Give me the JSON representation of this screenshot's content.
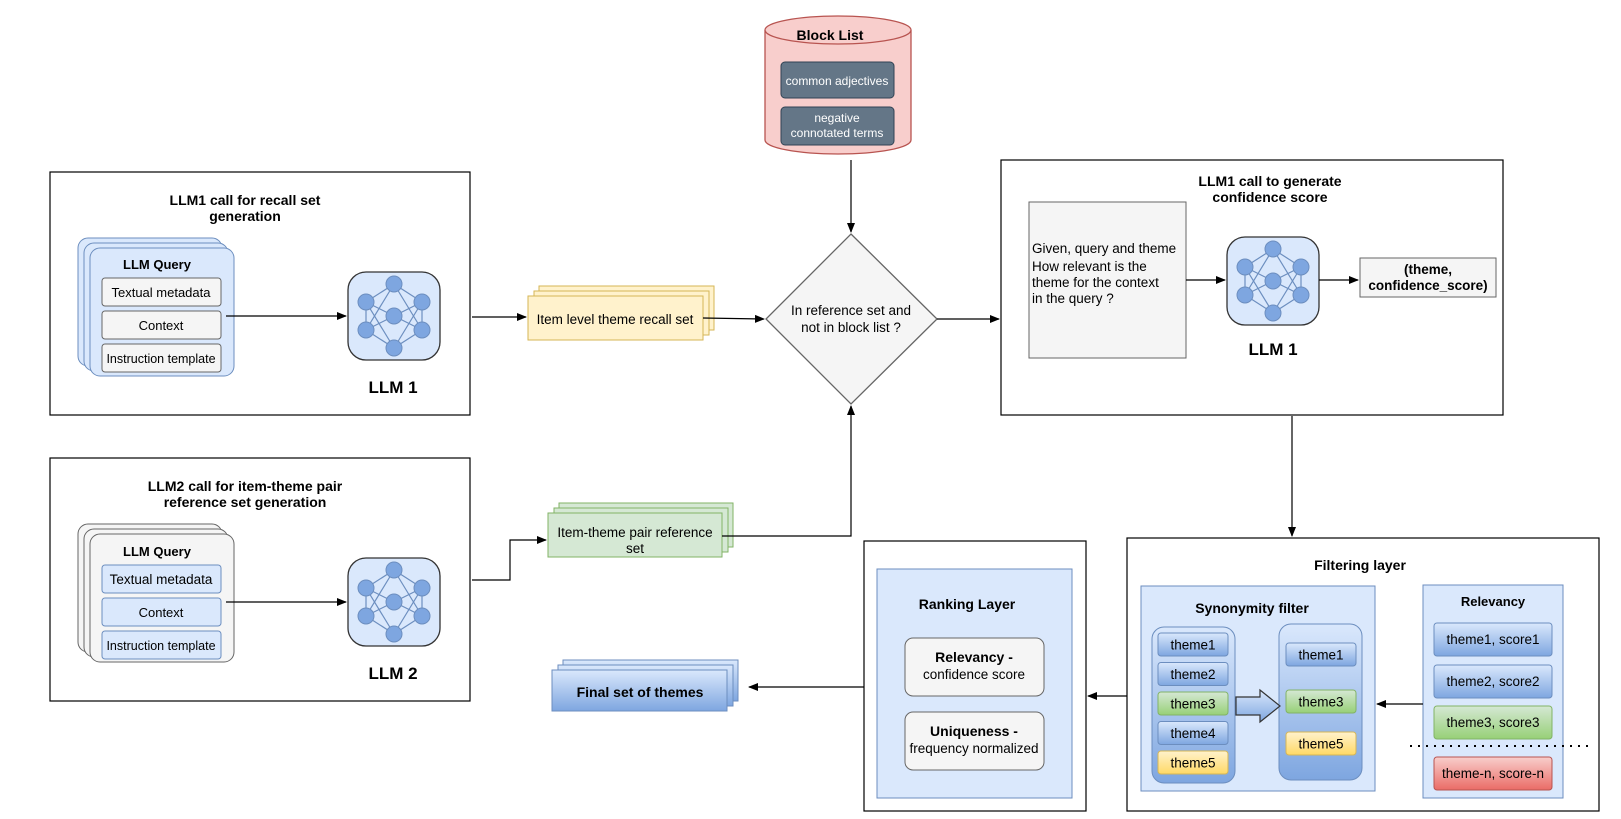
{
  "blocklist": {
    "title": "Block List",
    "items": [
      "common adjectives",
      "negative connotated terms"
    ]
  },
  "recall_panel": {
    "title": "LLM1 call for recall set generation",
    "query_label": "LLM Query",
    "fields": [
      "Textual metadata",
      "Context",
      "Instruction template"
    ],
    "model_label": "LLM 1"
  },
  "reference_panel": {
    "title": "LLM2 call for item-theme pair reference set generation",
    "query_label": "LLM Query",
    "fields": [
      "Textual metadata",
      "Context",
      "Instruction template"
    ],
    "model_label": "LLM 2"
  },
  "recall_set_label": "Item level theme recall set",
  "reference_set_label": "Item-theme pair reference set",
  "decision_label": "In reference set and not in block list ?",
  "confidence_panel": {
    "title": "LLM1 call to generate confidence score",
    "prompt": "Given, query and theme\n\nHow relevant is the theme for the context in the query ?",
    "model_label": "LLM 1",
    "output": "(theme, confidence_score)"
  },
  "filtering_layer": {
    "title": "Filtering layer",
    "synonymity": {
      "title": "Synonymity filter",
      "input": [
        "theme1",
        "theme2",
        "theme3",
        "theme4",
        "theme5"
      ],
      "output": [
        "theme1",
        "theme3",
        "theme5"
      ]
    },
    "relevancy": {
      "title": "Relevancy",
      "items": [
        "theme1, score1",
        "theme2, score2",
        "theme3, score3",
        "theme-n, score-n"
      ]
    }
  },
  "ranking_layer": {
    "title": "Ranking Layer",
    "items": [
      {
        "title": "Relevancy -",
        "subtitle": "confidence score"
      },
      {
        "title": "Uniqueness -",
        "subtitle": "frequency normalized"
      }
    ]
  },
  "final_output": "Final set of themes",
  "colors": {
    "blue_fill": "#dae8fc",
    "blue_stroke": "#6c8ebf",
    "yellow_fill": "#fff2cc",
    "yellow_stroke": "#d6b656",
    "green_fill": "#d5e8d4",
    "green_stroke": "#82b366",
    "red_fill": "#f8cecc",
    "red_stroke": "#b85450",
    "dark_item": "#647687",
    "grey_fill": "#f5f5f5"
  }
}
